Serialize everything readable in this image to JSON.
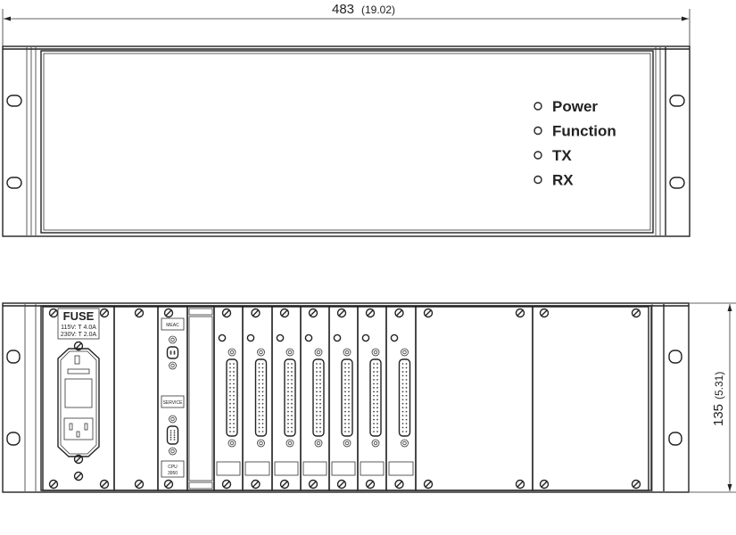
{
  "dimensions": {
    "width_mm": "483",
    "width_in": "(19.02)",
    "height_mm": "135",
    "height_in": "(5.31)"
  },
  "front_panel": {
    "indicators": [
      {
        "label": "Power"
      },
      {
        "label": "Function"
      },
      {
        "label": "TX"
      },
      {
        "label": "RX"
      }
    ]
  },
  "rear_panel": {
    "fuse": {
      "title": "FUSE",
      "line1": "115V: T 4.0A",
      "line2": "230V: T 2.0A"
    },
    "cpu_module": {
      "port1_label": "MEAC",
      "port2_label": "SERVICE",
      "module_label_1": "CPU",
      "module_label_2": "3950"
    },
    "io_card_count": 7,
    "blank_plate_count": 2
  }
}
